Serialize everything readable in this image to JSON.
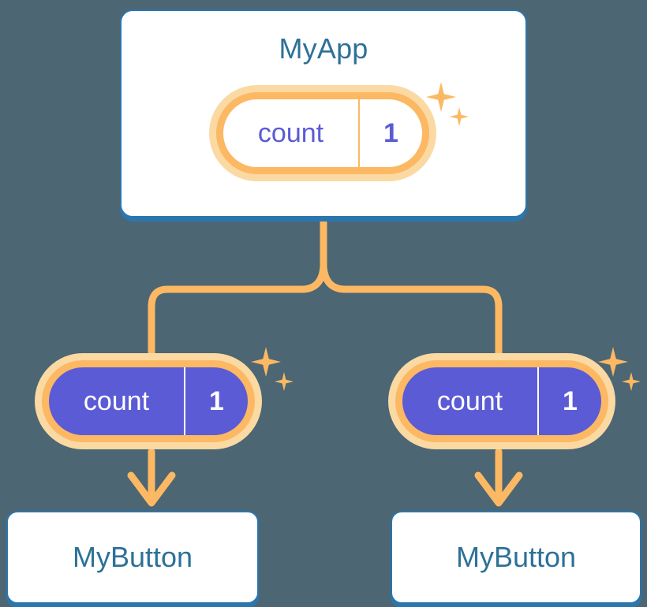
{
  "background_color": "#4c6673",
  "palette": {
    "card_border": "#2b76ad",
    "title_text": "#2d7197",
    "pill_border": "#fcb863",
    "pill_halo": "#fbd9a3",
    "accent_purple": "#5b5bd6",
    "card_fill": "#ffffff",
    "connector": "#fcb863"
  },
  "app_card": {
    "title": "MyApp",
    "state_pill": {
      "key": "count",
      "value": "1",
      "style": "outlined"
    },
    "sparkle_icons": [
      "sparkle-large-icon",
      "sparkle-small-icon"
    ]
  },
  "children": [
    {
      "state_pill": {
        "key": "count",
        "value": "1",
        "style": "filled"
      },
      "sparkle_icons": [
        "sparkle-large-icon",
        "sparkle-small-icon"
      ],
      "arrow": "arrow-down-icon",
      "button_label": "MyButton"
    },
    {
      "state_pill": {
        "key": "count",
        "value": "1",
        "style": "filled"
      },
      "sparkle_icons": [
        "sparkle-large-icon",
        "sparkle-small-icon"
      ],
      "arrow": "arrow-down-icon",
      "button_label": "MyButton"
    }
  ],
  "connectors": {
    "description": "branching-connector",
    "color": "#fcb863"
  }
}
